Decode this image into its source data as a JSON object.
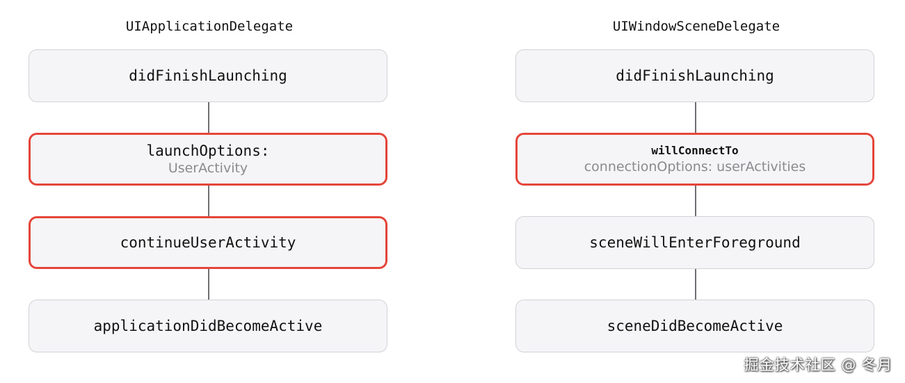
{
  "left": {
    "title": "UIApplicationDelegate",
    "steps": [
      {
        "main": "didFinishLaunching",
        "sub": "",
        "highlighted": false
      },
      {
        "main": "launchOptions:",
        "sub": "UserActivity",
        "highlighted": true
      },
      {
        "main": "continueUserActivity",
        "sub": "",
        "highlighted": true
      },
      {
        "main": "applicationDidBecomeActive",
        "sub": "",
        "highlighted": false
      }
    ]
  },
  "right": {
    "title": "UIWindowSceneDelegate",
    "steps": [
      {
        "main": "didFinishLaunching",
        "sub": "",
        "highlighted": false
      },
      {
        "main": "willConnectTo",
        "sub": "connectionOptions: userActivities",
        "highlighted": true
      },
      {
        "main": "sceneWillEnterForeground",
        "sub": "",
        "highlighted": false
      },
      {
        "main": "sceneDidBecomeActive",
        "sub": "",
        "highlighted": false
      }
    ]
  },
  "colors": {
    "highlight_border": "#e5453a",
    "box_fill": "#f5f5f7",
    "box_border": "#d2d2d7",
    "connector": "#6e6e73",
    "sub_text": "#8a8a8e"
  },
  "watermark": "掘金技术社区 @ 冬月"
}
